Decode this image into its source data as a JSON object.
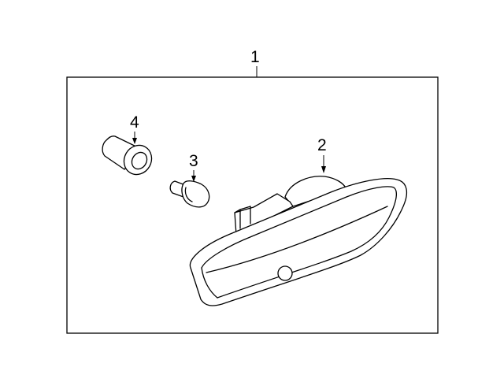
{
  "callouts": {
    "assembly": "1",
    "lamp_housing": "2",
    "bulb": "3",
    "socket": "4"
  },
  "colors": {
    "line": "#000000",
    "background": "#ffffff"
  }
}
